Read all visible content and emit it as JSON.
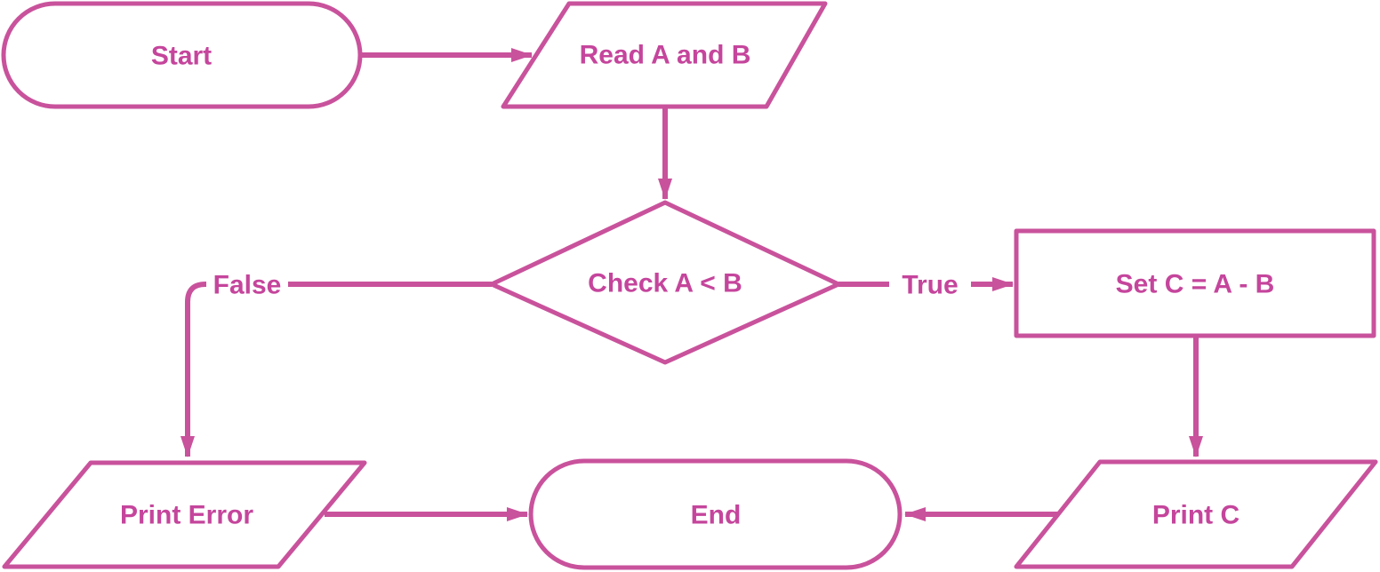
{
  "diagram": {
    "type": "flowchart",
    "description": "Flowchart: read A and B, check A < B, on True set C = A - B and print C, on False print error, then end"
  },
  "colors": {
    "stroke": "#c9529c",
    "text": "#c5459c",
    "background": "#ffffff"
  },
  "nodes": {
    "start": {
      "label": "Start",
      "shape": "stadium"
    },
    "read_a_b": {
      "label": "Read A and B",
      "shape": "parallelogram"
    },
    "check": {
      "label": "Check A < B",
      "shape": "diamond"
    },
    "set_c": {
      "label": "Set C = A - B",
      "shape": "rectangle"
    },
    "print_error": {
      "label": "Print Error",
      "shape": "parallelogram"
    },
    "end": {
      "label": "End",
      "shape": "stadium"
    },
    "print_c": {
      "label": "Print C",
      "shape": "parallelogram"
    }
  },
  "edges": [
    {
      "from": "Start",
      "to": "Read A and B",
      "label": ""
    },
    {
      "from": "Read A and B",
      "to": "Check A < B",
      "label": ""
    },
    {
      "from": "Check A < B",
      "to": "Set C = A - B",
      "label": "True"
    },
    {
      "from": "Check A < B",
      "to": "Print Error",
      "label": "False"
    },
    {
      "from": "Set C = A - B",
      "to": "Print C",
      "label": ""
    },
    {
      "from": "Print Error",
      "to": "End",
      "label": ""
    },
    {
      "from": "Print C",
      "to": "End",
      "label": ""
    }
  ]
}
